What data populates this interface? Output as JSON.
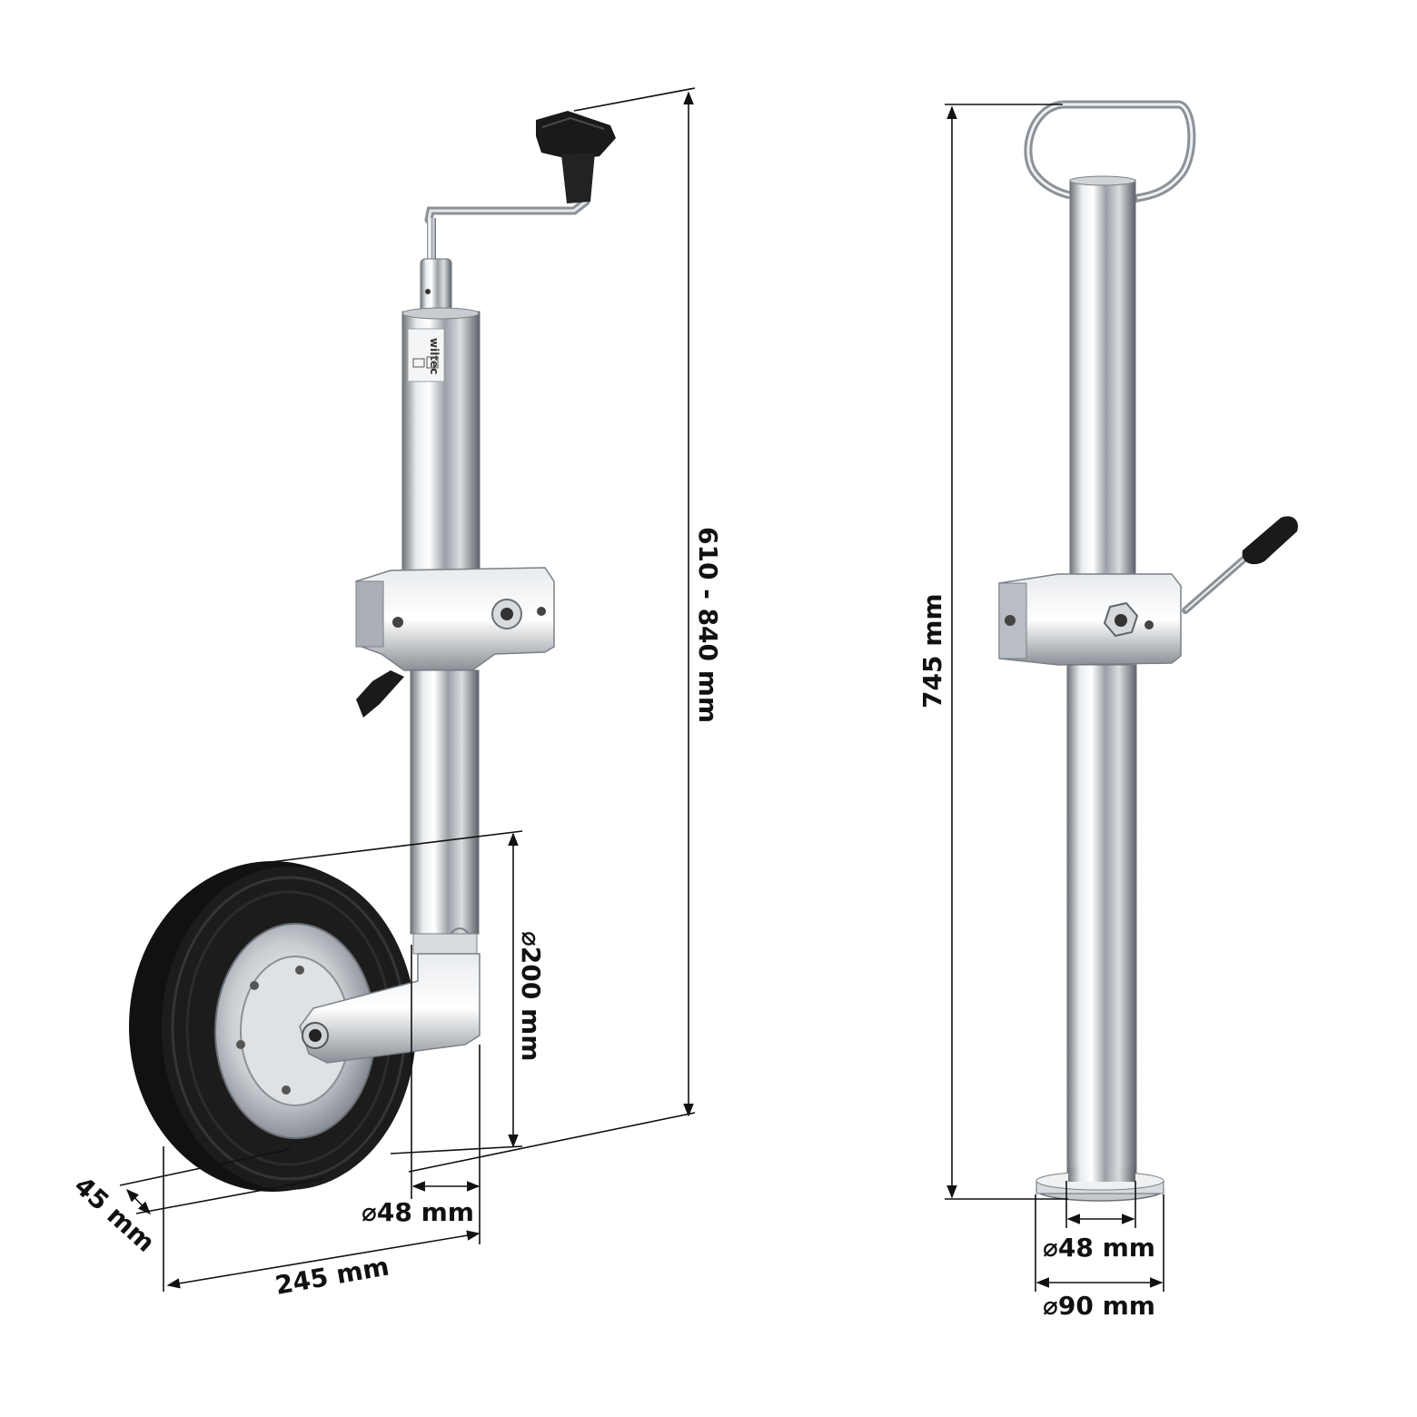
{
  "left_product": {
    "brand_label": "wiltec",
    "dims": {
      "height_range": "610 - 840 mm",
      "wheel_diameter": "⌀200 mm",
      "tube_diameter": "⌀48 mm",
      "wheel_width": "45 mm",
      "overall_depth": "245 mm"
    }
  },
  "right_product": {
    "dims": {
      "height": "745 mm",
      "tube_diameter": "⌀48 mm",
      "foot_diameter": "⌀90 mm"
    }
  },
  "colors": {
    "line": "#111111",
    "chrome_light": "#f2f3f5",
    "chrome_dark": "#7d838a",
    "rubber": "#151515"
  }
}
